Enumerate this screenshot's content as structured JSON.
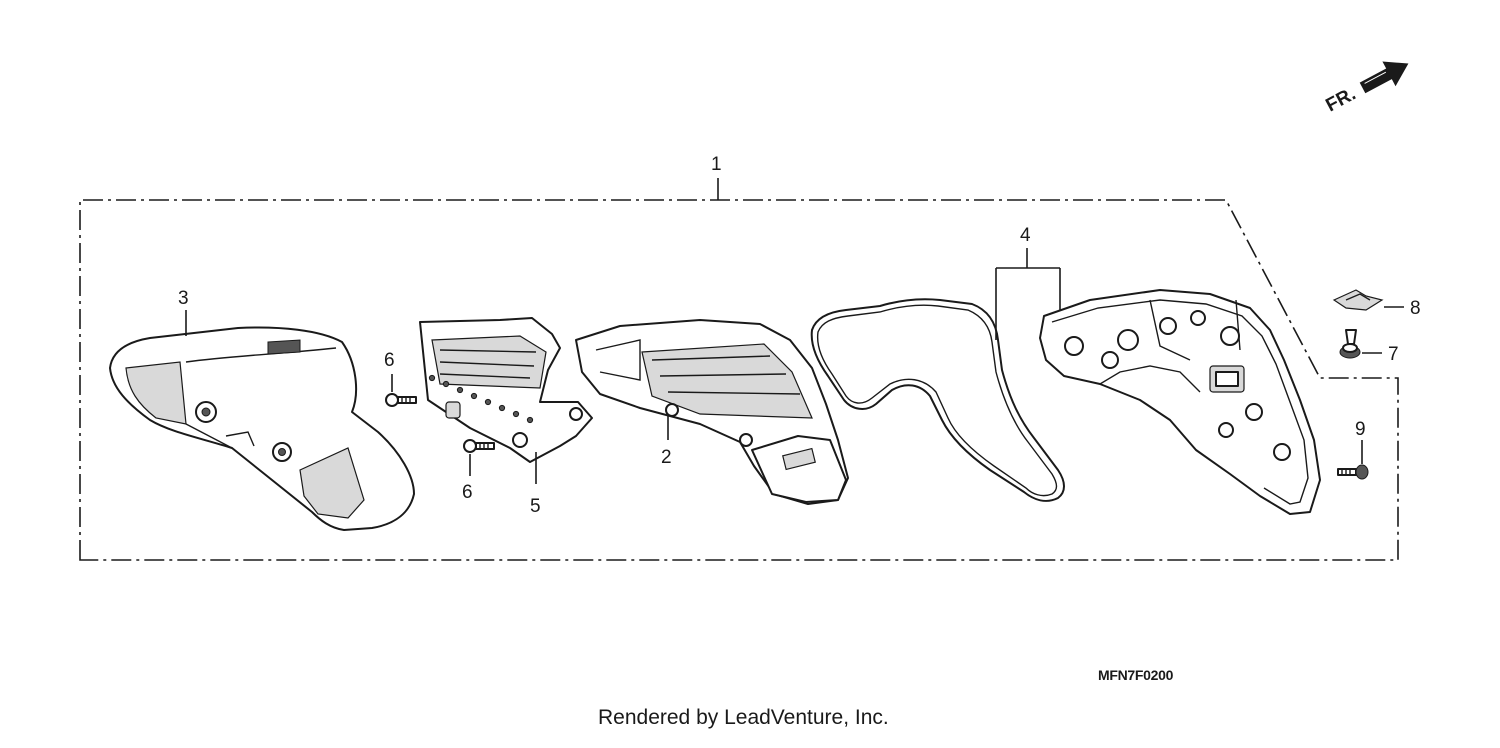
{
  "callouts": {
    "assembly": "1",
    "case_lower": "2",
    "visor": "3",
    "gasket": "4",
    "holder": "5",
    "screw_upper": "6",
    "screw_lower": "6",
    "grommet": "7",
    "clip": "8",
    "tapping_screw": "9"
  },
  "direction_label": "FR.",
  "diagram_code": "MFN7F0200",
  "credit": "Rendered by LeadVenture, Inc.",
  "colors": {
    "line": "#1a1a1a",
    "background": "#ffffff"
  }
}
